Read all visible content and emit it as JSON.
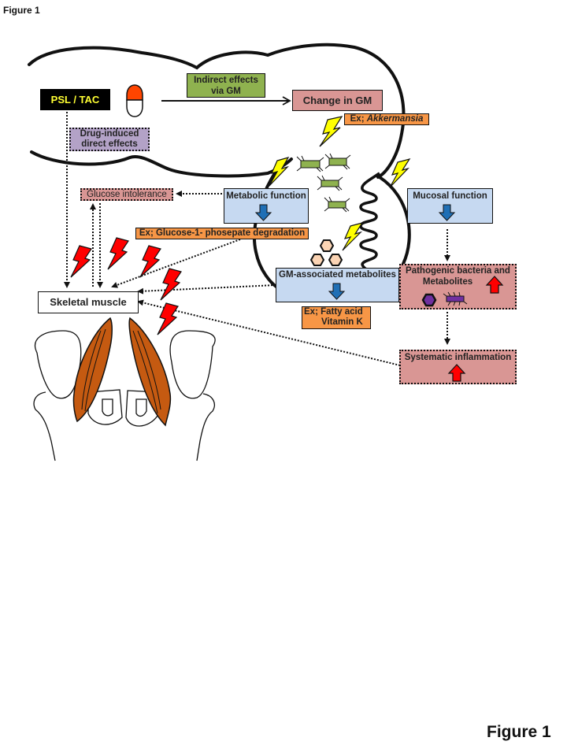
{
  "figure_label_top": "Figure 1",
  "figure_label_bottom": "Figure 1",
  "colors": {
    "drug_box_bg": "#000000",
    "drug_box_text": "#ffff33",
    "capsule_top": "#ff4500",
    "indirect_box": "#8fb24f",
    "change_gm_box": "#d99694",
    "example_box": "#f79646",
    "direct_box": "#b3a2c7",
    "function_box": "#c6d9f1",
    "down_arrow": "#1f6fb5",
    "up_arrow": "#ff0000",
    "pathogenic_box": "#d99694",
    "bacteria_green": "#8fb24f",
    "bacteria_purple": "#7030a0",
    "metabolite_hex": "#fbd4b4",
    "lightning_yellow": "#ffff00",
    "lightning_red": "#ff0000",
    "muscle": "#c55a11"
  },
  "nodes": {
    "drug": "PSL / TAC",
    "indirect_effects": "Indirect effects via GM",
    "change_gm": "Change in GM",
    "example_akkermansia_prefix": "Ex; ",
    "example_akkermansia_name": "Akkermansia",
    "direct_effects": "Drug-induced direct effects",
    "glucose_intolerance": "Glucose intolerance",
    "metabolic_function": "Metabolic function",
    "mucosal_function": "Mucosal function",
    "example_glucose": "Ex; Glucose-1- phosepate degradation",
    "gm_metabolites": "GM-associated metabolites",
    "example_fatty_line1": "Ex; Fatty acid",
    "example_fatty_line2": "Vitamin K",
    "pathogenic_line1": "Pathogenic bacteria and",
    "pathogenic_line2": "Metabolites",
    "systematic_inflammation": "Systematic inflammation",
    "skeletal_muscle": "Skeletal muscle"
  }
}
